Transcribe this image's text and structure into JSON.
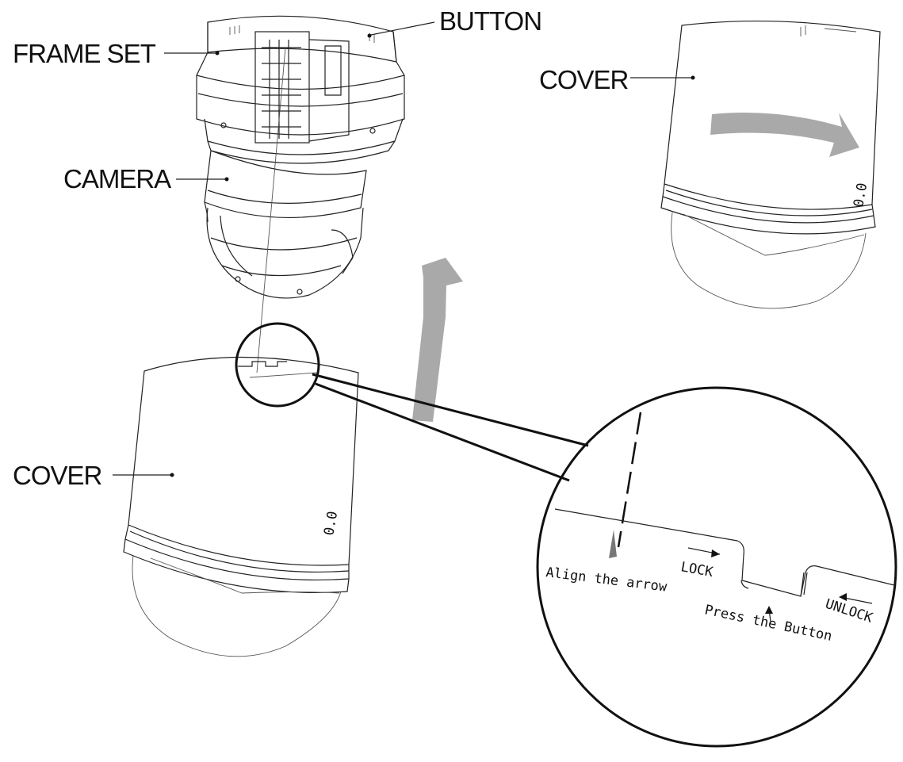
{
  "labels": {
    "frame_set": "FRAME SET",
    "button": "BUTTON",
    "camera": "CAMERA",
    "cover_top": "COVER",
    "cover_bottom": "COVER"
  },
  "detail": {
    "align": "Align the arrow",
    "lock": "LOCK",
    "press": "Press the Button",
    "unlock": "UNLOCK"
  },
  "colors": {
    "arrow": "#a9a9a9",
    "line": "#222222"
  },
  "icons": {
    "rotate_arrow": "curved-arrow-right-icon",
    "lift_arrow": "arrow-up-icon"
  }
}
